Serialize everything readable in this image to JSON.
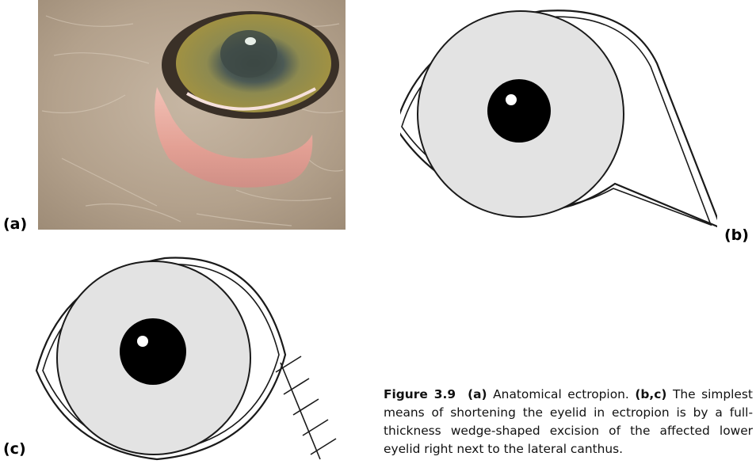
{
  "panels": {
    "a": "(a)",
    "b": "(b)",
    "c": "(c)"
  },
  "caption": {
    "figure_number": "Figure 3.9",
    "label_a": "(a)",
    "text_a": "Anatomical ectropion.",
    "label_bc": "(b,c)",
    "text_bc": "The simplest means of shortening the eyelid in ectropion is by a full-thickness wedge-shaped excision of the affected lower eyelid right next to the lateral canthus."
  },
  "colors": {
    "fur": "#b9a792",
    "iris": "#9a8a4a",
    "conjunctiva": "#e6a7a0",
    "globe_fill": "#e3e3e3",
    "outline": "#1a1a1a"
  }
}
